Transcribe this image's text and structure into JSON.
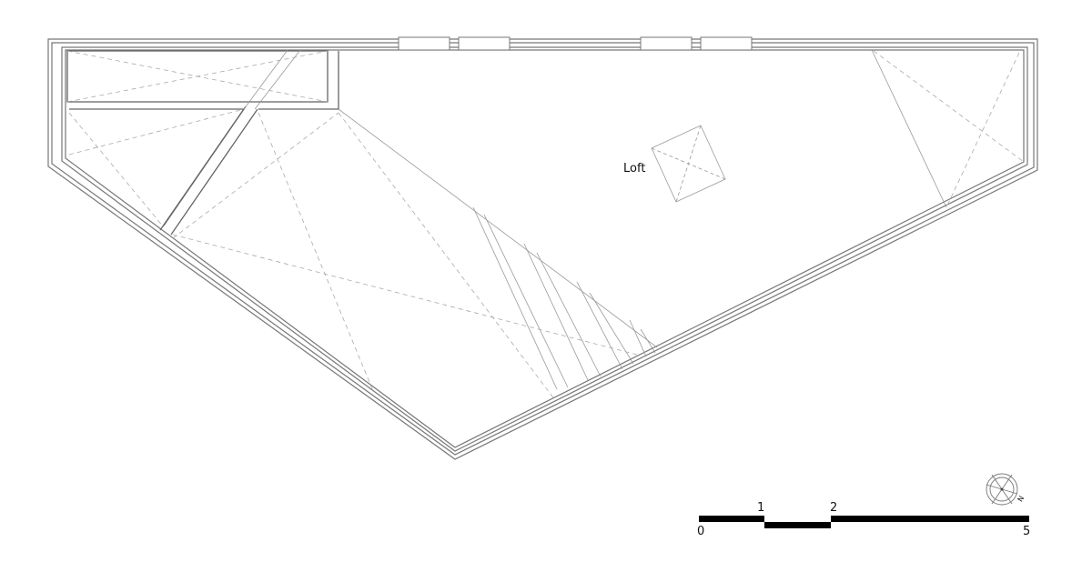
{
  "room_label": "Loft",
  "scale_bar": {
    "labels": [
      "0",
      "1",
      "2",
      "5"
    ]
  },
  "north_arrow": {
    "label": "N"
  },
  "colors": {
    "wall": "#777777",
    "dashed": "#aaaaaa",
    "ink": "#000000"
  }
}
